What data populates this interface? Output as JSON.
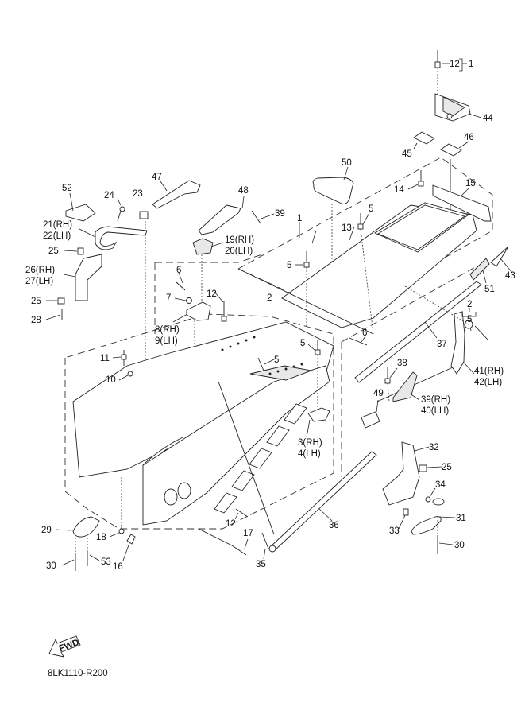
{
  "diagram": {
    "title": "Frame parts diagram",
    "drawing_code": "8LK1110-R200",
    "fwd_arrow_label": "FWD",
    "callouts": [
      {
        "id": "c1",
        "text": "1"
      },
      {
        "id": "c12a",
        "text": "12"
      },
      {
        "id": "c44",
        "text": "44"
      },
      {
        "id": "c45",
        "text": "45"
      },
      {
        "id": "c46",
        "text": "46"
      },
      {
        "id": "c50",
        "text": "50"
      },
      {
        "id": "c14",
        "text": "14"
      },
      {
        "id": "c15",
        "text": "15"
      },
      {
        "id": "c13",
        "text": "13"
      },
      {
        "id": "c5a",
        "text": "5"
      },
      {
        "id": "c1b",
        "text": "1"
      },
      {
        "id": "c43",
        "text": "43"
      },
      {
        "id": "c51",
        "text": "51"
      },
      {
        "id": "c2a",
        "text": "2"
      },
      {
        "id": "c5b",
        "text": "5"
      },
      {
        "id": "c37",
        "text": "37"
      },
      {
        "id": "c6a",
        "text": "6"
      },
      {
        "id": "c41",
        "text": "41(RH)"
      },
      {
        "id": "c42",
        "text": "42(LH)"
      },
      {
        "id": "c38",
        "text": "38"
      },
      {
        "id": "c49",
        "text": "49"
      },
      {
        "id": "c39b",
        "text": "39(RH)"
      },
      {
        "id": "c40",
        "text": "40(LH)"
      },
      {
        "id": "c47",
        "text": "47"
      },
      {
        "id": "c48",
        "text": "48"
      },
      {
        "id": "c39",
        "text": "39"
      },
      {
        "id": "c19",
        "text": "19(RH)"
      },
      {
        "id": "c20",
        "text": "20(LH)"
      },
      {
        "id": "c5c",
        "text": "5"
      },
      {
        "id": "c52",
        "text": "52"
      },
      {
        "id": "c24",
        "text": "24"
      },
      {
        "id": "c23",
        "text": "23"
      },
      {
        "id": "c21",
        "text": "21(RH)"
      },
      {
        "id": "c22",
        "text": "22(LH)"
      },
      {
        "id": "c25a",
        "text": "25"
      },
      {
        "id": "c26",
        "text": "26(RH)"
      },
      {
        "id": "c27",
        "text": "27(LH)"
      },
      {
        "id": "c25b",
        "text": "25"
      },
      {
        "id": "c28",
        "text": "28"
      },
      {
        "id": "c6b",
        "text": "6"
      },
      {
        "id": "c7",
        "text": "7"
      },
      {
        "id": "c12b",
        "text": "12"
      },
      {
        "id": "c8",
        "text": "8(RH)"
      },
      {
        "id": "c9",
        "text": "9(LH)"
      },
      {
        "id": "c2b",
        "text": "2"
      },
      {
        "id": "c11",
        "text": "11"
      },
      {
        "id": "c10",
        "text": "10"
      },
      {
        "id": "c5d",
        "text": "5"
      },
      {
        "id": "c5e",
        "text": "5"
      },
      {
        "id": "c3",
        "text": "3(RH)"
      },
      {
        "id": "c4",
        "text": "4(LH)"
      },
      {
        "id": "c32",
        "text": "32"
      },
      {
        "id": "c25c",
        "text": "25"
      },
      {
        "id": "c34",
        "text": "34"
      },
      {
        "id": "c31",
        "text": "31"
      },
      {
        "id": "c33",
        "text": "33"
      },
      {
        "id": "c30a",
        "text": "30"
      },
      {
        "id": "c36",
        "text": "36"
      },
      {
        "id": "c12c",
        "text": "12"
      },
      {
        "id": "c17",
        "text": "17"
      },
      {
        "id": "c35",
        "text": "35"
      },
      {
        "id": "c29",
        "text": "29"
      },
      {
        "id": "c18",
        "text": "18"
      },
      {
        "id": "c30b",
        "text": "30"
      },
      {
        "id": "c53",
        "text": "53"
      },
      {
        "id": "c16",
        "text": "16"
      }
    ]
  }
}
